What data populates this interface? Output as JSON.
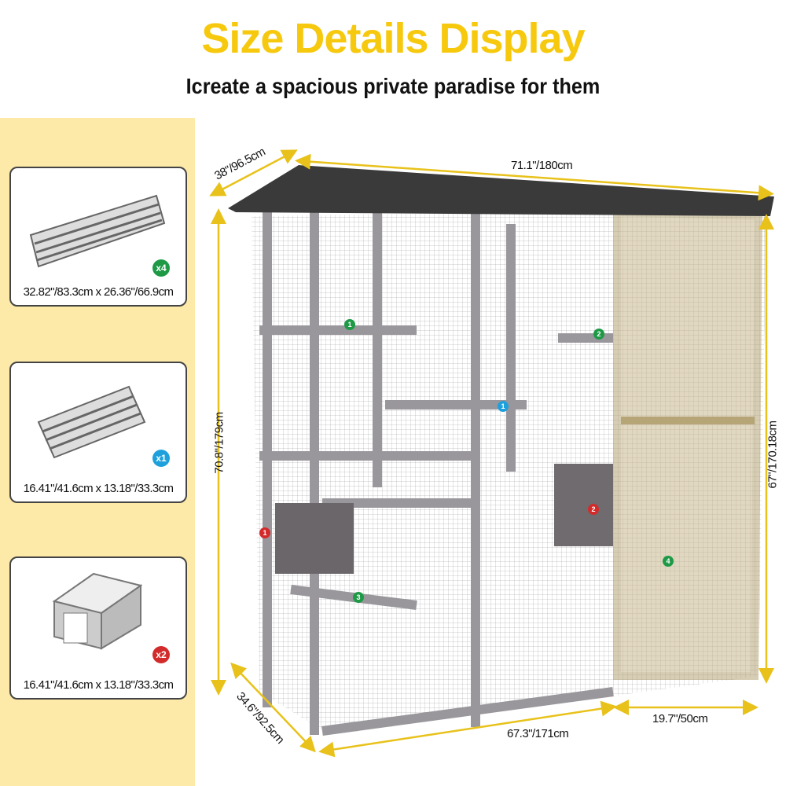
{
  "title": "Size Details Display",
  "subtitle": "Icreate a spacious private paradise for them",
  "parts": [
    {
      "size": "32.82\"/83.3cm x 26.36\"/66.9cm",
      "qty": "x4",
      "color": "#1e9a46"
    },
    {
      "size": "16.41\"/41.6cm x 13.18\"/33.3cm",
      "qty": "x1",
      "color": "#1ea0dc"
    },
    {
      "size": "16.41\"/41.6cm x 13.18\"/33.3cm",
      "qty": "x2",
      "color": "#d32b2b"
    }
  ],
  "dimensions": {
    "roof_depth": "38\"/96.5cm",
    "roof_width": "71.1\"/180cm",
    "height_left": "70.8\"/179cm",
    "height_right": "67\"/170.18cm",
    "base_depth": "34.6\"/92.5cm",
    "base_width": "67.3\"/171cm",
    "door_width": "19.7\"/50cm"
  },
  "markers": [
    "1",
    "2",
    "1",
    "1",
    "2",
    "3",
    "4"
  ],
  "colors": {
    "title": "#f6c90e",
    "panel": "#fde9a8",
    "arrow": "#e8c21a",
    "frame": "#9a979c",
    "door": "#c9b98f"
  }
}
